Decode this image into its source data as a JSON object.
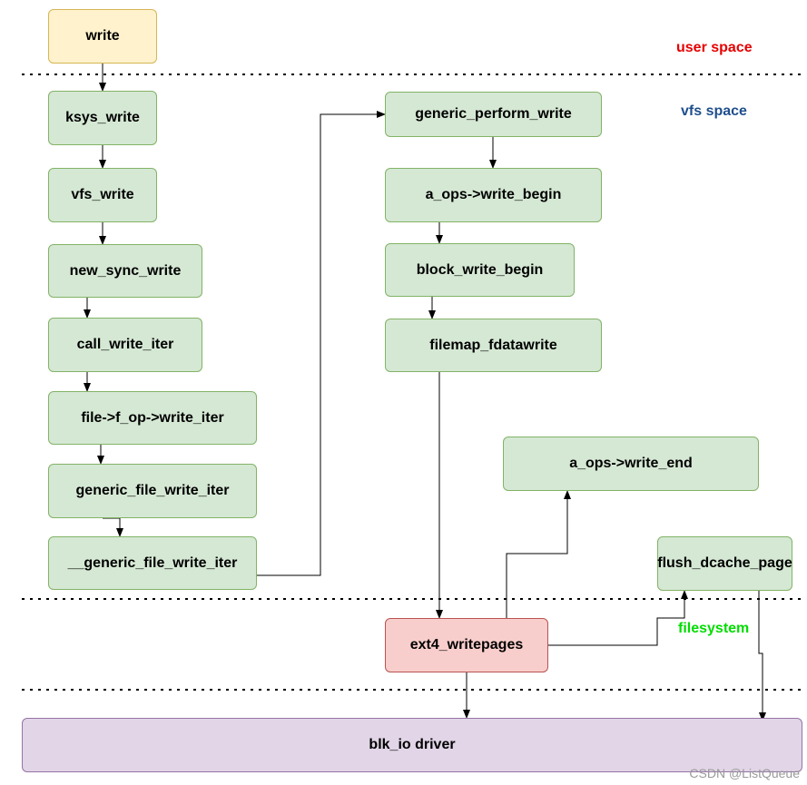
{
  "zones": {
    "user": {
      "label": "user space",
      "color": "#e60000"
    },
    "vfs": {
      "label": "vfs space",
      "color": "#1f4e8c"
    },
    "filesystem": {
      "label": "filesystem",
      "color": "#00dd00"
    }
  },
  "nodes": {
    "write": "write",
    "ksys_write": "ksys_write",
    "vfs_write": "vfs_write",
    "new_sync_write": "new_sync_write",
    "call_write_iter": "call_write_iter",
    "f_op_write_iter": "file->f_op->write_iter",
    "generic_file_write_iter": "generic_file_write_iter",
    "generic_file_write_iter_internal": "__generic_file_write_iter",
    "generic_perform_write": "generic_perform_write",
    "write_begin": "a_ops->write_begin",
    "block_write_begin": "block_write_begin",
    "filemap_fdatawrite": "filemap_fdatawrite",
    "write_end": "a_ops->write_end",
    "flush_dcache_page": "flush_dcache_page",
    "ext4_writepages": "ext4_writepages",
    "blk_io_driver": "blk_io driver"
  },
  "watermark": "CSDN @ListQueue"
}
